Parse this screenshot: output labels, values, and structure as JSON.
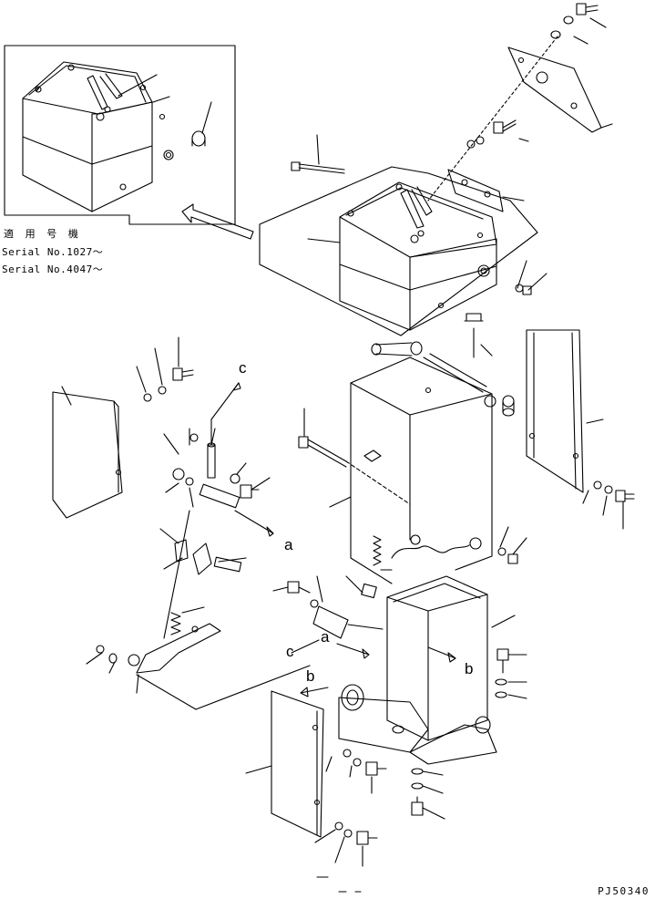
{
  "applicability": {
    "title": "適 用 号 機",
    "serials": [
      "Serial No.1027～",
      "Serial No.4047～"
    ]
  },
  "reference_letters": {
    "a_upper": "a",
    "a_lower": "a",
    "b_right": "b",
    "b_left": "b",
    "c_top": "c",
    "c_lower": "c"
  },
  "drawing_code": "PJ50340"
}
